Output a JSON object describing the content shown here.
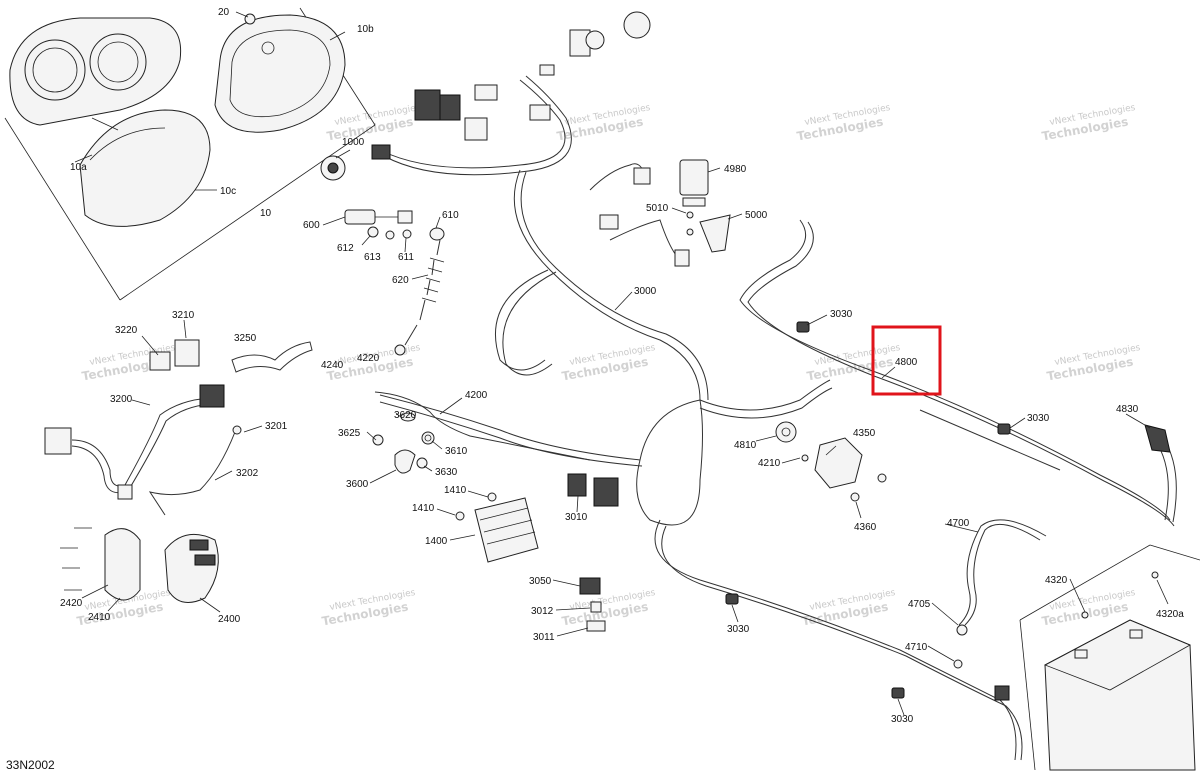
{
  "diagram_code": "33N2002",
  "watermark": {
    "line1": "vNext",
    "line2": "Technologies",
    "full": "vNext Technologies"
  },
  "highlight": {
    "label": "4800",
    "color": "#e0141b"
  },
  "callouts": {
    "c20": "20",
    "c10b": "10b",
    "c10a": "10a",
    "c10c": "10c",
    "c10": "10",
    "c1000": "1000",
    "c600": "600",
    "c610": "610",
    "c612": "612",
    "c613": "613",
    "c611": "611",
    "c620": "620",
    "c4980": "4980",
    "c5010": "5010",
    "c5000": "5000",
    "c3000": "3000",
    "c3030a": "3030",
    "c3030b": "3030",
    "c3030c": "3030",
    "c3030d": "3030",
    "c4800": "4800",
    "c3220": "3220",
    "c3210": "3210",
    "c3250": "3250",
    "c4240": "4240",
    "c4220": "4220",
    "c4200": "4200",
    "c3200": "3200",
    "c3201": "3201",
    "c3202": "3202",
    "c3620": "3620",
    "c3625": "3625",
    "c3610": "3610",
    "c3630": "3630",
    "c3600": "3600",
    "c1410a": "1410",
    "c1410b": "1410",
    "c1400": "1400",
    "c3010": "3010",
    "c4810": "4810",
    "c4350": "4350",
    "c4210": "4210",
    "c4360": "4360",
    "c4830": "4830",
    "c4700": "4700",
    "c4705": "4705",
    "c4710": "4710",
    "c4320": "4320",
    "c4320a": "4320a",
    "c3050": "3050",
    "c3012": "3012",
    "c3011": "3011",
    "c2420": "2420",
    "c2410": "2410",
    "c2400": "2400"
  }
}
